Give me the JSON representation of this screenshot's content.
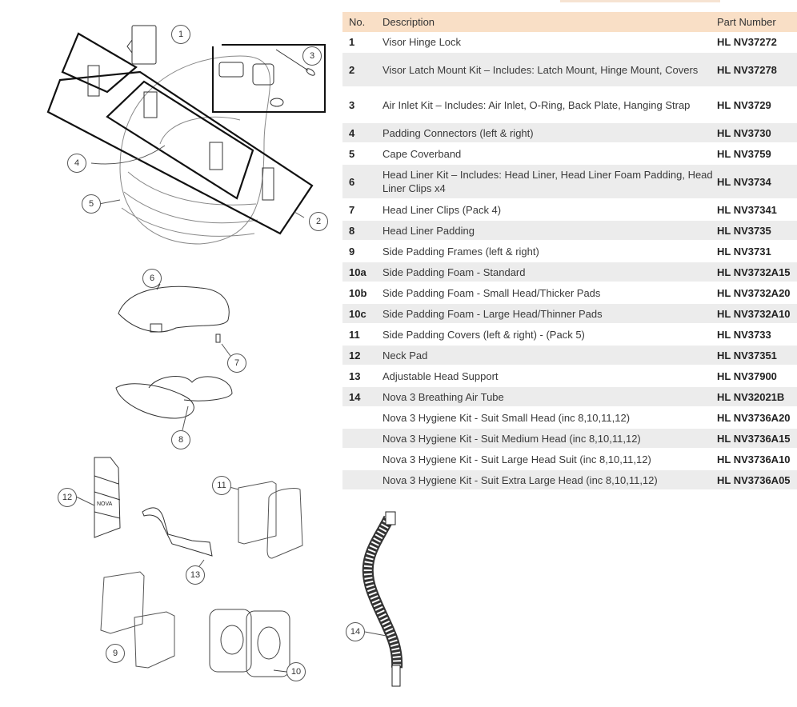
{
  "table": {
    "headers": {
      "no": "No.",
      "description": "Description",
      "part_number": "Part Number"
    },
    "rows": [
      {
        "no": "1",
        "description": "Visor Hinge Lock",
        "part_number": "HL NV37272"
      },
      {
        "no": "2",
        "description": "Visor Latch Mount Kit – Includes: Latch Mount, Hinge Mount, Covers",
        "part_number": "HL NV37278"
      },
      {
        "no": "3",
        "description": "Air Inlet Kit – Includes: Air Inlet, O-Ring, Back Plate, Hanging Strap",
        "part_number": "HL NV3729"
      },
      {
        "no": "4",
        "description": "Padding Connectors (left & right)",
        "part_number": "HL NV3730"
      },
      {
        "no": "5",
        "description": "Cape Coverband",
        "part_number": "HL NV3759"
      },
      {
        "no": "6",
        "description": "Head Liner Kit – Includes: Head Liner, Head Liner Foam Padding, Head Liner Clips x4",
        "part_number": "HL NV3734"
      },
      {
        "no": "7",
        "description": "Head Liner Clips (Pack 4)",
        "part_number": "HL NV37341"
      },
      {
        "no": "8",
        "description": "Head Liner Padding",
        "part_number": "HL NV3735"
      },
      {
        "no": "9",
        "description": "Side Padding Frames (left & right)",
        "part_number": "HL NV3731"
      },
      {
        "no": "10a",
        "description": "Side Padding Foam - Standard",
        "part_number": "HL NV3732A15"
      },
      {
        "no": "10b",
        "description": "Side Padding Foam - Small Head/Thicker Pads",
        "part_number": "HL NV3732A20"
      },
      {
        "no": "10c",
        "description": "Side Padding Foam - Large Head/Thinner Pads",
        "part_number": "HL NV3732A10"
      },
      {
        "no": "11",
        "description": "Side Padding Covers (left & right) - (Pack 5)",
        "part_number": "HL NV3733"
      },
      {
        "no": "12",
        "description": "Neck Pad",
        "part_number": "HL NV37351"
      },
      {
        "no": "13",
        "description": "Adjustable Head Support",
        "part_number": "HL NV37900"
      },
      {
        "no": "14",
        "description": "Nova 3 Breathing Air Tube",
        "part_number": "HL NV32021B"
      },
      {
        "no": "",
        "description": "Nova 3 Hygiene Kit - Suit Small Head (inc 8,10,11,12)",
        "part_number": "HL NV3736A20"
      },
      {
        "no": "",
        "description": "Nova 3 Hygiene Kit - Suit Medium Head (inc 8,10,11,12)",
        "part_number": "HL NV3736A15"
      },
      {
        "no": "",
        "description": "Nova 3 Hygiene Kit -  Suit Large Head Suit (inc 8,10,11,12)",
        "part_number": "HL NV3736A10"
      },
      {
        "no": "",
        "description": "Nova 3 Hygiene Kit - Suit Extra Large Head (inc 8,10,11,12)",
        "part_number": "HL NV3736A05"
      }
    ]
  },
  "callouts": [
    "1",
    "2",
    "3",
    "4",
    "5",
    "6",
    "7",
    "8",
    "9",
    "10",
    "11",
    "12",
    "13",
    "14"
  ],
  "colors": {
    "header_bg": "#f9dfc6",
    "stripe_bg": "#ececec"
  }
}
